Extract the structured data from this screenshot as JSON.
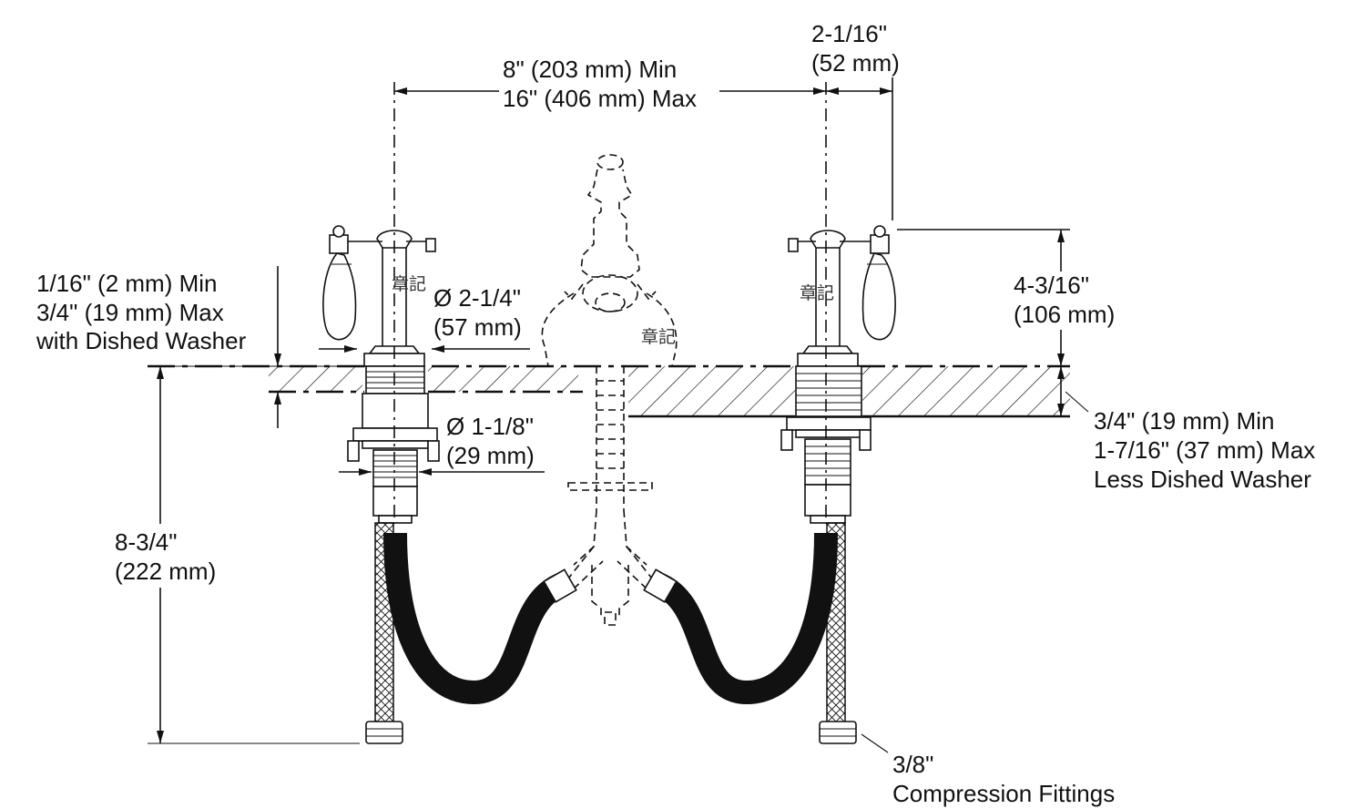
{
  "diagram": {
    "labels": {
      "spacing_min": "8\" (203 mm) Min",
      "spacing_max": "16\" (406 mm) Max",
      "handle_offset_1": "2-1/16\"",
      "handle_offset_2": "(52 mm)",
      "handle_height_1": "4-3/16\"",
      "handle_height_2": "(106 mm)",
      "deck_min": "1/16\" (2 mm) Min",
      "deck_max": "3/4\" (19 mm) Max",
      "deck_note": "with Dished Washer",
      "hole_dia_1": "Ø 2-1/4\"",
      "hole_dia_2": "(57 mm)",
      "shank_dia_1": "Ø 1-1/8\"",
      "shank_dia_2": "(29 mm)",
      "thickness_min": "3/4\" (19 mm) Min",
      "thickness_max": "1-7/16\" (37 mm) Max",
      "thickness_note": "Less Dished Washer",
      "below_deck_1": "8-3/4\"",
      "below_deck_2": "(222 mm)",
      "fitting_1": "3/8\"",
      "fitting_2": "Compression Fittings"
    },
    "watermark": "章記"
  }
}
